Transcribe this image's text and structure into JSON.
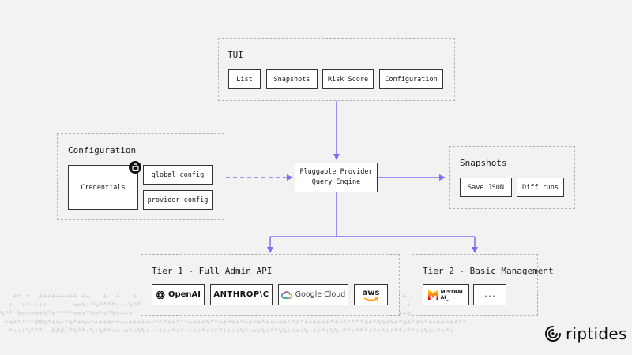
{
  "tui": {
    "title": "TUI",
    "items": [
      "List",
      "Snapshots",
      "Risk Score",
      "Configuration"
    ]
  },
  "configuration": {
    "title": "Configuration",
    "credentials": "Credentials",
    "global_config": "global config",
    "provider_config": "provider config"
  },
  "engine": {
    "line1": "Pluggable Provider",
    "line2": "Query Engine"
  },
  "snapshots": {
    "title": "Snapshots",
    "save_json": "Save JSON",
    "diff_runs": "Diff runs"
  },
  "tier1": {
    "title": "Tier 1 - Full Admin API",
    "providers": [
      "OpenAI",
      "ANTHROP\\C",
      "Google Cloud",
      "aws"
    ]
  },
  "tier2": {
    "title": "Tier 2 - Basic Management",
    "mistral_line1": "MISTRAL",
    "mistral_line2": "AI_",
    "more": "..."
  },
  "brand": {
    "name": "riptides"
  },
  "colors": {
    "arrow": "#7b6ef0",
    "border_dashed": "#b3b3b3",
    "background": "#f2f2f2",
    "mistral": [
      "#ffd700",
      "#ffaf00",
      "#ff8205",
      "#fa500f",
      "#e10500"
    ]
  }
}
